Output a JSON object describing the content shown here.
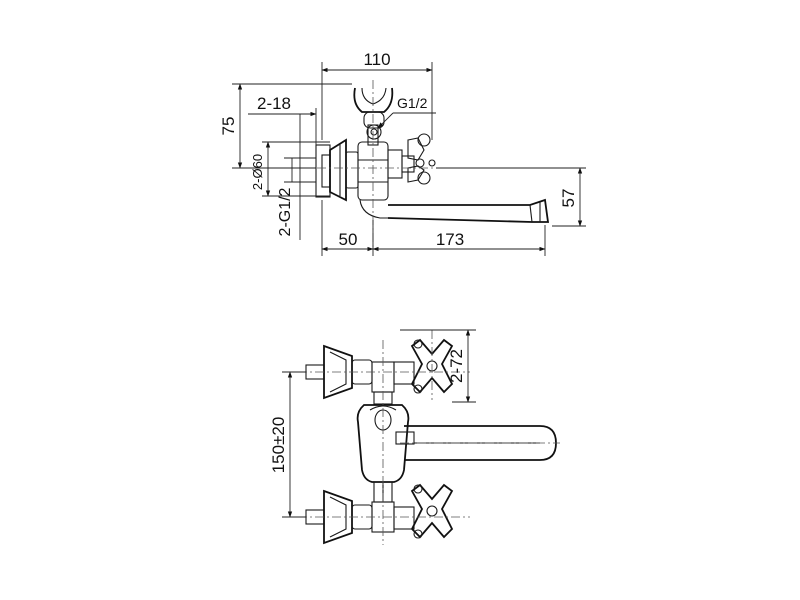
{
  "side_view": {
    "dim_top_width": "110",
    "dim_height": "75",
    "dim_inlet_depth": "2-18",
    "dim_thread_shower": "G1/2",
    "dim_flange": "2-Ø60",
    "dim_inlet_thread": "2-G1/2",
    "dim_base_length": "50",
    "dim_spout_length": "173",
    "dim_spout_height": "57"
  },
  "front_view": {
    "dim_handle_spacing": "2-72",
    "dim_center_distance": "150±20"
  }
}
